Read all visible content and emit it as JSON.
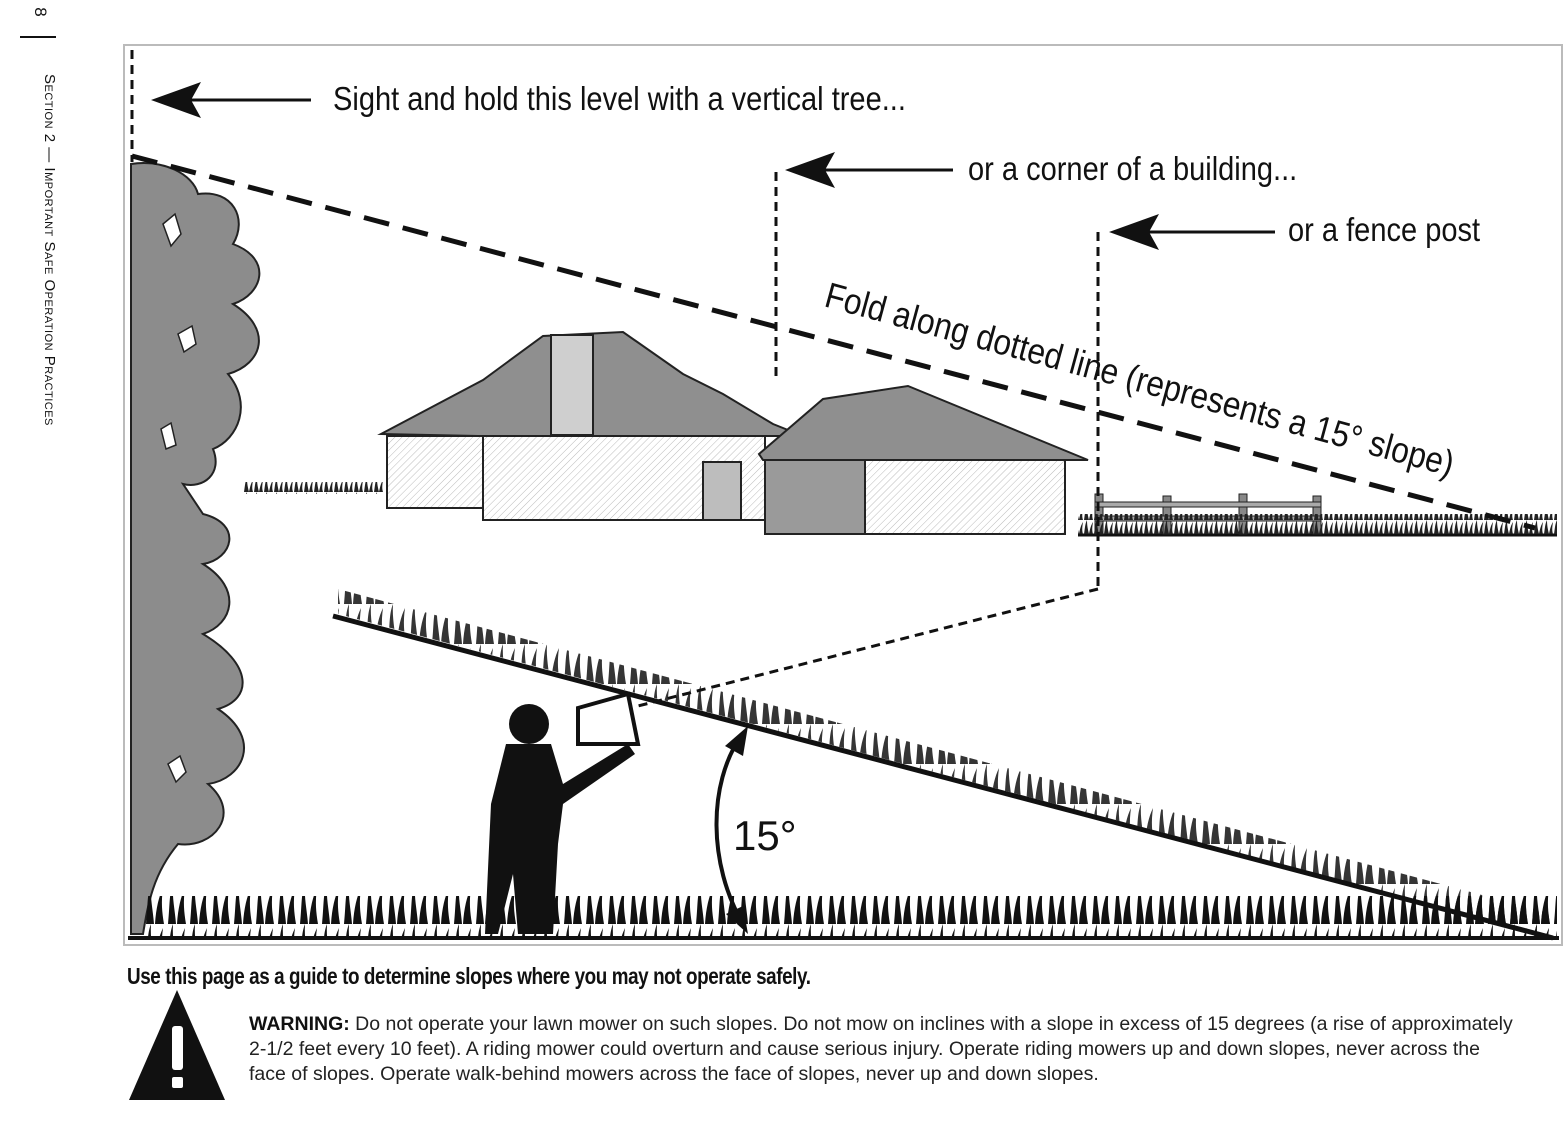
{
  "page": {
    "page_number": "8",
    "section_label": "Section 2 — Important Safe Operation Practices"
  },
  "figure": {
    "label_tree": "Sight and hold this level with a vertical tree...",
    "label_building": "or a corner of a building...",
    "label_fence": "or a fence post",
    "fold_label": "Fold along dotted line (represents a 15° slope)",
    "angle_label": "15°"
  },
  "guide": {
    "headline": "Use this page as a guide to determine slopes where you may not operate safely.",
    "warning_title": "WARNING:",
    "warning_text": "Do not operate your lawn mower on such slopes. Do not mow on inclines with a slope in excess of 15 degrees (a rise of approximately 2-1/2 feet every 10 feet).  A riding mower could overturn and cause serious injury. Operate riding mowers up and down slopes, never across the face of slopes. Operate walk-behind mowers across the face of slopes, never up and down slopes."
  },
  "colors": {
    "ink": "#111111",
    "gray_fill": "#8a8a8a",
    "light_fill": "#d6d6d6"
  },
  "icons": [
    "warning-triangle-icon",
    "arrow-left-icon"
  ]
}
